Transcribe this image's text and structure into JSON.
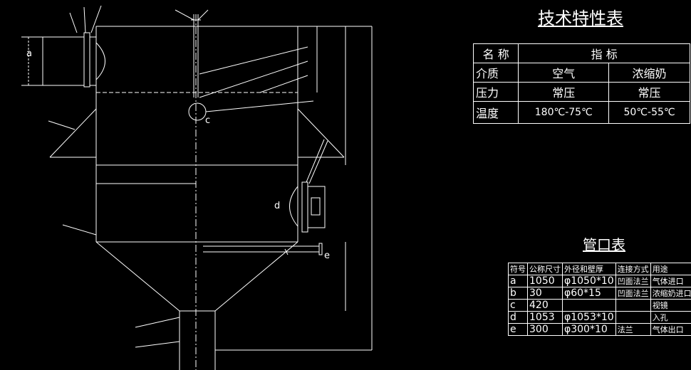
{
  "drawing": {
    "callouts": {
      "a": "a",
      "c": "c",
      "d": "d",
      "e": "e"
    }
  },
  "tech_table": {
    "title": "技术特性表",
    "header": [
      "名 称",
      "指 标"
    ],
    "rows": [
      [
        "介质",
        "空气",
        "浓缩奶"
      ],
      [
        "压力",
        "常压",
        "常压"
      ],
      [
        "温度",
        "180℃-75℃",
        "50℃-55℃"
      ]
    ]
  },
  "nozzle_table": {
    "title": "管口表",
    "header": [
      "符号",
      "公称尺寸",
      "外径和壁厚",
      "连接方式",
      "用途"
    ],
    "rows": [
      [
        "a",
        "1050",
        "φ1050*10",
        "凹面法兰",
        "气体进口"
      ],
      [
        "b",
        "30",
        "φ60*15",
        "凹面法兰",
        "浓缩奶进口"
      ],
      [
        "c",
        "420",
        "",
        "",
        "视镜"
      ],
      [
        "d",
        "1053",
        "φ1053*10",
        "",
        "入孔"
      ],
      [
        "e",
        "300",
        "φ300*10",
        "法兰",
        "气体出口"
      ]
    ]
  }
}
